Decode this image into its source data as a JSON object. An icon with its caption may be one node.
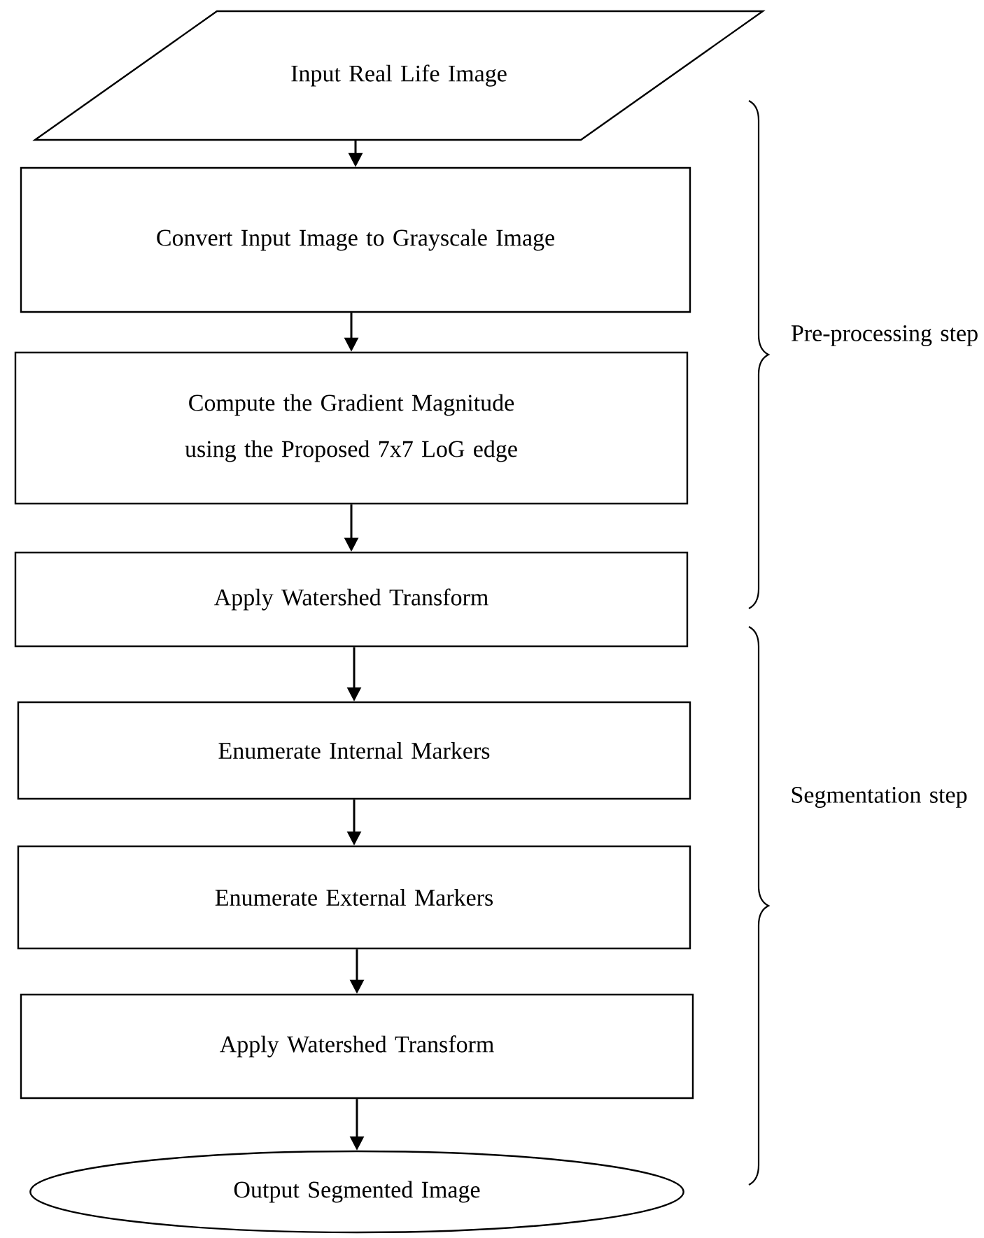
{
  "diagram": {
    "nodes": [
      {
        "text": [
          "Input Real Life Image"
        ]
      },
      {
        "text": [
          "Convert Input Image to Grayscale Image"
        ]
      },
      {
        "text": [
          "Compute the Gradient Magnitude using the Proposed 7x7 LoG edge"
        ]
      },
      {
        "text": [
          "Apply Watershed Transform"
        ]
      },
      {
        "text": [
          "Enumerate Internal Markers"
        ]
      },
      {
        "text": [
          "Enumerate External Markers"
        ]
      },
      {
        "text": [
          "Apply Watershed Transform"
        ]
      },
      {
        "text": [
          "Output Segmented Image"
        ]
      }
    ],
    "edges": [
      {
        "from": 0,
        "to": 1,
        "arrow": "to"
      },
      {
        "from": 1,
        "to": 2,
        "arrow": "to"
      },
      {
        "from": 2,
        "to": 3,
        "arrow": "to"
      },
      {
        "from": 3,
        "to": 4,
        "arrow": "to"
      },
      {
        "from": 4,
        "to": 5,
        "arrow": "to"
      },
      {
        "from": 5,
        "to": 6,
        "arrow": "to"
      },
      {
        "from": 6,
        "to": 7,
        "arrow": "to"
      }
    ],
    "labels": [
      "Pre-processing step",
      "Segmentation step"
    ]
  }
}
